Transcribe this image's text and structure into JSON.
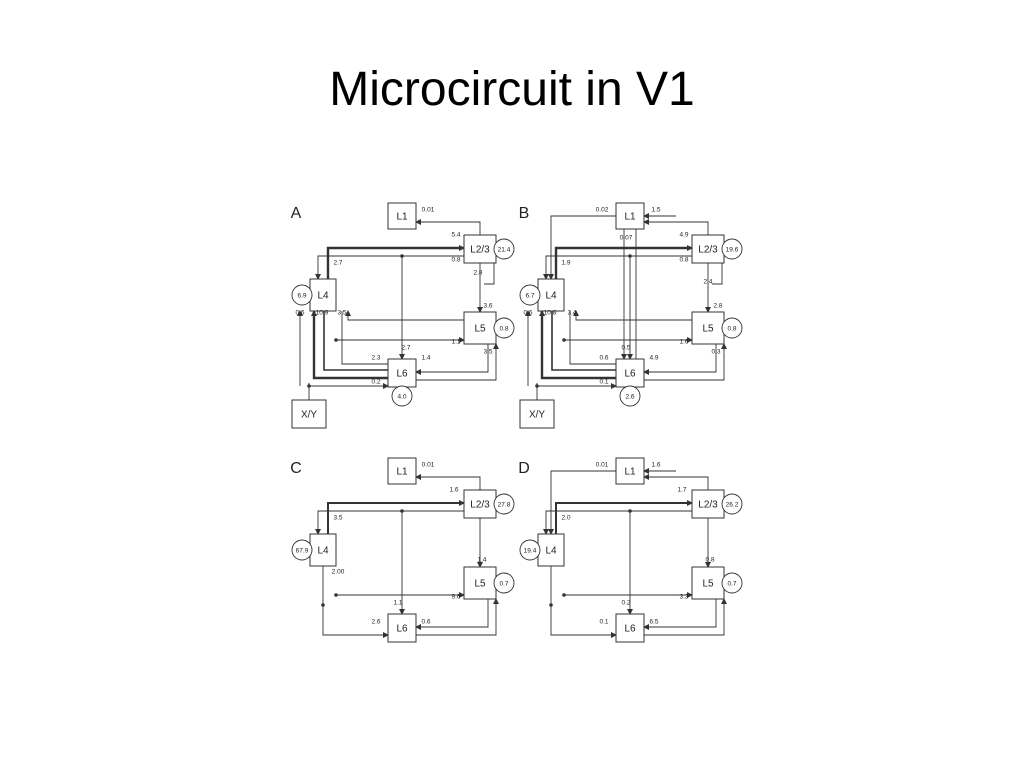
{
  "slide": {
    "title": "Microcircuit in V1"
  },
  "panels": [
    {
      "label": "A",
      "nodes": [
        "L1",
        "L2/3",
        "L4",
        "L5",
        "L6",
        "X/Y"
      ],
      "self_loops": [
        {
          "node": "L2/3",
          "value": "21.4"
        },
        {
          "node": "L4",
          "value": "6.9"
        },
        {
          "node": "L5",
          "value": "0.8"
        },
        {
          "node": "L6",
          "value": "4.0"
        }
      ],
      "edge_labels": [
        "0.01",
        "5.4",
        "0.8",
        "2.7",
        "2.8",
        "0.6",
        "10.9",
        "3.5",
        "3.6",
        "1.1",
        "2.7",
        "2.3",
        "1.4",
        "0.2",
        "3.5"
      ]
    },
    {
      "label": "B",
      "nodes": [
        "L1",
        "L2/3",
        "L4",
        "L5",
        "L6",
        "X/Y"
      ],
      "self_loops": [
        {
          "node": "L2/3",
          "value": "19.6"
        },
        {
          "node": "L4",
          "value": "6.7"
        },
        {
          "node": "L5",
          "value": "0.8"
        },
        {
          "node": "L6",
          "value": "2.6"
        }
      ],
      "edge_labels": [
        "0.02",
        "1.5",
        "0.07",
        "4.9",
        "0.8",
        "1.9",
        "2.4",
        "0.6",
        "10.8",
        "3.4",
        "2.8",
        "1.6",
        "0.5",
        "0.6",
        "4.9",
        "0.3",
        "0.1"
      ]
    },
    {
      "label": "C",
      "nodes": [
        "L1",
        "L2/3",
        "L4",
        "L5",
        "L6"
      ],
      "self_loops": [
        {
          "node": "L2/3",
          "value": "27.8"
        },
        {
          "node": "L4",
          "value": "67.9"
        },
        {
          "node": "L5",
          "value": "0.7"
        }
      ],
      "edge_labels": [
        "0.01",
        "1.6",
        "3.5",
        "2.00",
        "1.4",
        "9.6",
        "1.1",
        "2.6",
        "0.6"
      ]
    },
    {
      "label": "D",
      "nodes": [
        "L1",
        "L2/3",
        "L4",
        "L5",
        "L6"
      ],
      "self_loops": [
        {
          "node": "L2/3",
          "value": "26.2"
        },
        {
          "node": "L4",
          "value": "19.4"
        },
        {
          "node": "L5",
          "value": "0.7"
        }
      ],
      "edge_labels": [
        "0.01",
        "1.6",
        "1.7",
        "2.0",
        "0.8",
        "0.2",
        "3.3",
        "0.1",
        "6.5"
      ]
    }
  ]
}
